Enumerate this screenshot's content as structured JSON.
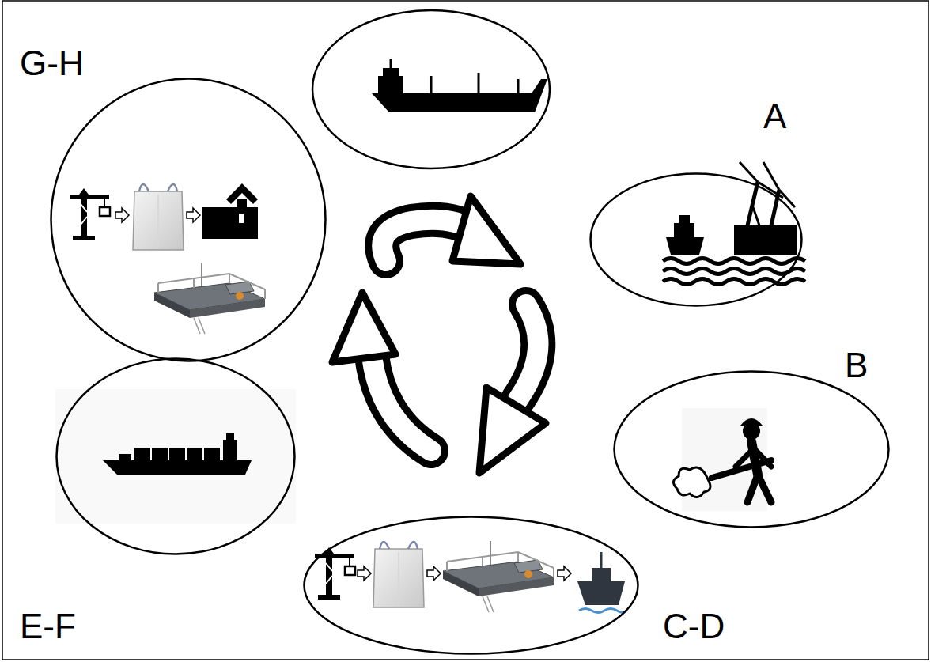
{
  "diagram": {
    "nodes": [
      {
        "text": [
          "G-H"
        ]
      },
      {
        "text": [
          "A"
        ]
      },
      {
        "text": [
          "B"
        ]
      },
      {
        "text": [
          "C-D"
        ]
      },
      {
        "text": [
          "E-F"
        ]
      }
    ]
  }
}
